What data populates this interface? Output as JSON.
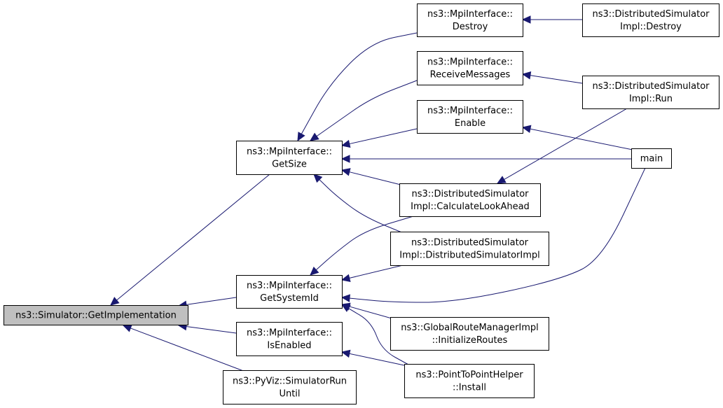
{
  "graph": {
    "nodes": {
      "get_impl": {
        "lines": [
          "ns3::Simulator::GetImplementation"
        ],
        "highlighted": true
      },
      "get_size": {
        "lines": [
          "ns3::MpiInterface::",
          "GetSize"
        ]
      },
      "get_system_id": {
        "lines": [
          "ns3::MpiInterface::",
          "GetSystemId"
        ]
      },
      "is_enabled": {
        "lines": [
          "ns3::MpiInterface::",
          "IsEnabled"
        ]
      },
      "pyviz_run": {
        "lines": [
          "ns3::PyViz::SimulatorRun",
          "Until"
        ]
      },
      "mpi_destroy": {
        "lines": [
          "ns3::MpiInterface::",
          "Destroy"
        ]
      },
      "mpi_receive": {
        "lines": [
          "ns3::MpiInterface::",
          "ReceiveMessages"
        ]
      },
      "mpi_enable": {
        "lines": [
          "ns3::MpiInterface::",
          "Enable"
        ]
      },
      "ds_calc": {
        "lines": [
          "ns3::DistributedSimulator",
          "Impl::CalculateLookAhead"
        ]
      },
      "ds_ctor": {
        "lines": [
          "ns3::DistributedSimulator",
          "Impl::DistributedSimulatorImpl"
        ]
      },
      "grm_init": {
        "lines": [
          "ns3::GlobalRouteManagerImpl",
          "::InitializeRoutes"
        ]
      },
      "p2p_install": {
        "lines": [
          "ns3::PointToPointHelper",
          "::Install"
        ]
      },
      "ds_destroy": {
        "lines": [
          "ns3::DistributedSimulator",
          "Impl::Destroy"
        ]
      },
      "ds_run": {
        "lines": [
          "ns3::DistributedSimulator",
          "Impl::Run"
        ]
      },
      "main": {
        "lines": [
          "main"
        ]
      }
    },
    "edges": [
      {
        "from": "get_size",
        "to": "get_impl"
      },
      {
        "from": "get_system_id",
        "to": "get_impl"
      },
      {
        "from": "is_enabled",
        "to": "get_impl"
      },
      {
        "from": "pyviz_run",
        "to": "get_impl"
      },
      {
        "from": "mpi_destroy",
        "to": "get_size"
      },
      {
        "from": "mpi_receive",
        "to": "get_size"
      },
      {
        "from": "mpi_enable",
        "to": "get_size"
      },
      {
        "from": "main",
        "to": "get_size"
      },
      {
        "from": "ds_calc",
        "to": "get_size"
      },
      {
        "from": "ds_ctor",
        "to": "get_size"
      },
      {
        "from": "ds_calc",
        "to": "get_system_id"
      },
      {
        "from": "ds_ctor",
        "to": "get_system_id"
      },
      {
        "from": "main",
        "to": "get_system_id"
      },
      {
        "from": "grm_init",
        "to": "get_system_id"
      },
      {
        "from": "p2p_install",
        "to": "get_system_id"
      },
      {
        "from": "p2p_install",
        "to": "is_enabled"
      },
      {
        "from": "ds_destroy",
        "to": "mpi_destroy"
      },
      {
        "from": "ds_run",
        "to": "mpi_receive"
      },
      {
        "from": "main",
        "to": "mpi_enable"
      },
      {
        "from": "ds_run",
        "to": "ds_calc"
      }
    ]
  }
}
